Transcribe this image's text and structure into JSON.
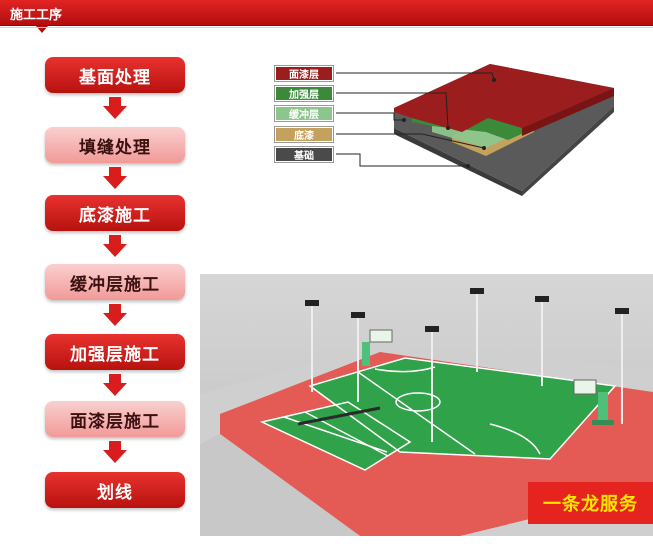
{
  "header": {
    "title": "施工工序"
  },
  "steps": [
    {
      "label": "基面处理"
    },
    {
      "label": "填缝处理"
    },
    {
      "label": "底漆施工"
    },
    {
      "label": "缓冲层施工"
    },
    {
      "label": "加强层施工"
    },
    {
      "label": "面漆层施工"
    },
    {
      "label": "划线"
    }
  ],
  "layers": [
    {
      "label": "面漆层",
      "color": "#9b1d1d"
    },
    {
      "label": "加强层",
      "color": "#3a8a3a"
    },
    {
      "label": "缓冲层",
      "color": "#8cc68c"
    },
    {
      "label": "底漆",
      "color": "#c4a15e"
    },
    {
      "label": "基础",
      "color": "#4a4a4a"
    }
  ],
  "badge": {
    "label": "一条龙服务"
  },
  "colors": {
    "accent_red": "#d91c1c",
    "court_green": "#2fa24a",
    "court_red": "#e45a55",
    "badge_text": "#ffe600"
  }
}
